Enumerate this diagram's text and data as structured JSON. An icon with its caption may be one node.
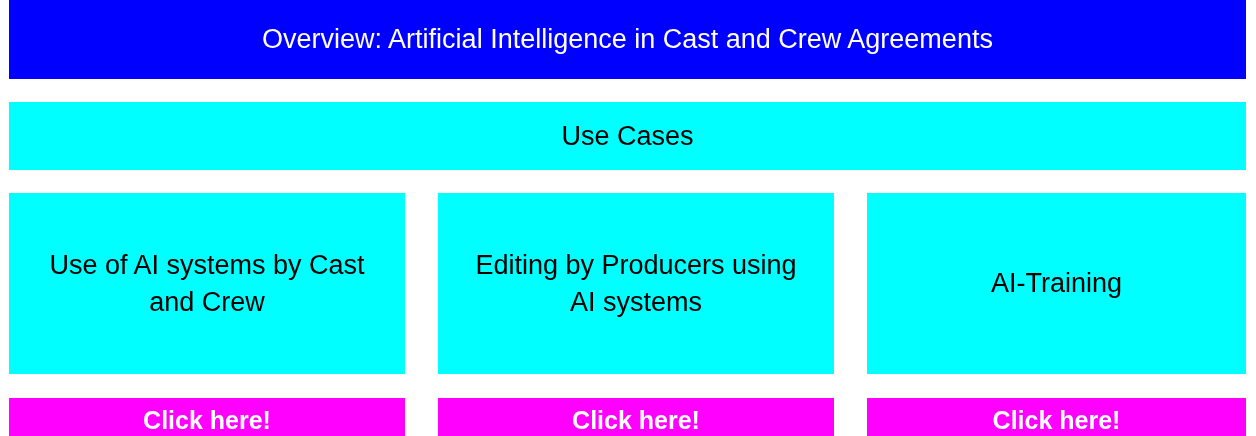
{
  "diagram": {
    "title": "Overview: Artificial Intelligence in Cast and Crew Agreements",
    "nodes": [
      {
        "text": [
          "Use Cases"
        ]
      },
      {
        "text": [
          "Use of AI systems by Cast and Crew"
        ]
      },
      {
        "text": [
          "Editing by Producers using AI systems"
        ]
      },
      {
        "text": [
          "AI-Training"
        ]
      },
      {
        "text": [
          "Click here!"
        ]
      },
      {
        "text": [
          "Click here!"
        ]
      },
      {
        "text": [
          "Click here!"
        ]
      }
    ]
  }
}
